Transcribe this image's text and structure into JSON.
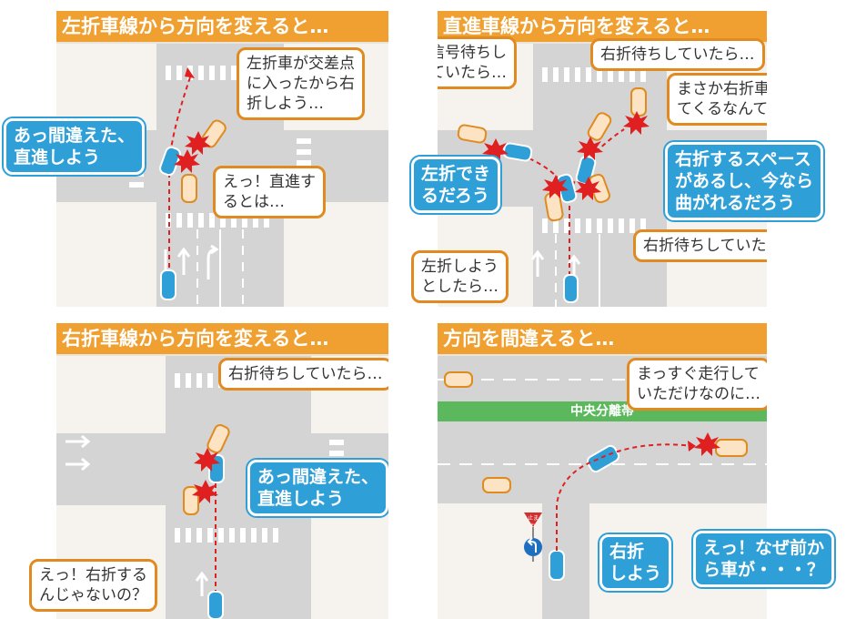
{
  "panels": [
    {
      "title": "左折車線から方向を変えると…",
      "bubbles": [
        {
          "lines": [
            "左折車が交差点",
            "に入ったから右",
            "折しよう…"
          ]
        },
        {
          "lines": [
            "あっ間違えた、",
            "直進しよう"
          ]
        },
        {
          "lines": [
            "えっ！直進す",
            "るとは…"
          ]
        }
      ]
    },
    {
      "title": "直進車線から方向を変えると…",
      "bubbles": [
        {
          "lines": [
            "信号待ちし",
            "ていたら…"
          ]
        },
        {
          "lines": [
            "右折待ちしていたら…"
          ]
        },
        {
          "lines": [
            "まさか右折車が出",
            "てくるなんて…"
          ]
        },
        {
          "lines": [
            "左折でき",
            "るだろう"
          ]
        },
        {
          "lines": [
            "右折するスペース",
            "があるし、今なら",
            "曲がれるだろう"
          ]
        },
        {
          "lines": [
            "右折待ちしていたら…"
          ]
        },
        {
          "lines": [
            "左折しよう",
            "としたら…"
          ]
        }
      ]
    },
    {
      "title": "右折車線から方向を変えると…",
      "bubbles": [
        {
          "lines": [
            "右折待ちしていたら…"
          ]
        },
        {
          "lines": [
            "あっ間違えた、",
            "直進しよう"
          ]
        },
        {
          "lines": [
            "えっ！右折する",
            "んじゃないの？"
          ]
        }
      ]
    },
    {
      "title": "方向を間違えると…",
      "median_label": "中央分離帯",
      "stop_sign": "止まれ",
      "bubbles": [
        {
          "lines": [
            "まっすぐ走行して",
            "いただけなのに…"
          ]
        },
        {
          "lines": [
            "右折",
            "しよう"
          ]
        },
        {
          "lines": [
            "えっ！なぜ前か",
            "ら車が・・・？"
          ]
        }
      ]
    }
  ]
}
